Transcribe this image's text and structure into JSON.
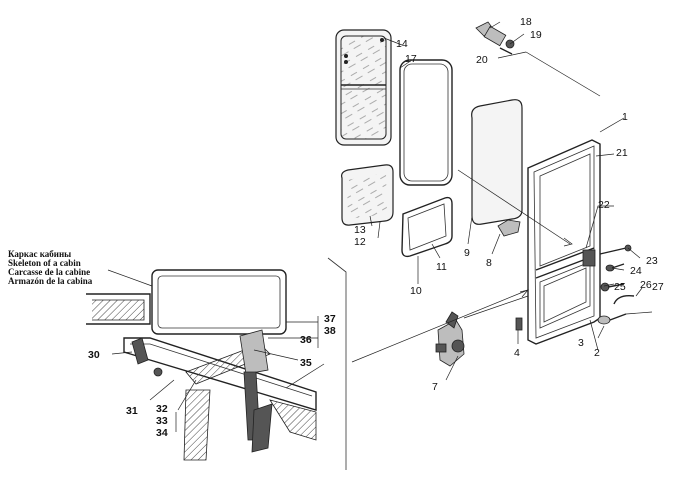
{
  "caption": {
    "ru": "Каркас кабины",
    "en": "Skeleton of a cabin",
    "fr": "Carcasse de la cabine",
    "es": "Armazón de la cabina"
  },
  "part_numbers": {
    "p1": "1",
    "p2": "2",
    "p3": "3",
    "p4": "4",
    "p7": "7",
    "p8": "8",
    "p9": "9",
    "p10": "10",
    "p11": "11",
    "p12": "12",
    "p13": "13",
    "p14": "14",
    "p17": "17",
    "p18": "18",
    "p19": "19",
    "p20": "20",
    "p21": "21",
    "p22": "22",
    "p23": "23",
    "p24": "24",
    "p25": "25",
    "p26": "26",
    "p27": "27",
    "p30": "30",
    "p31": "31",
    "p32": "32",
    "p33": "33",
    "p34": "34",
    "p35": "35",
    "p36": "36",
    "p37": "37",
    "p38": "38"
  }
}
